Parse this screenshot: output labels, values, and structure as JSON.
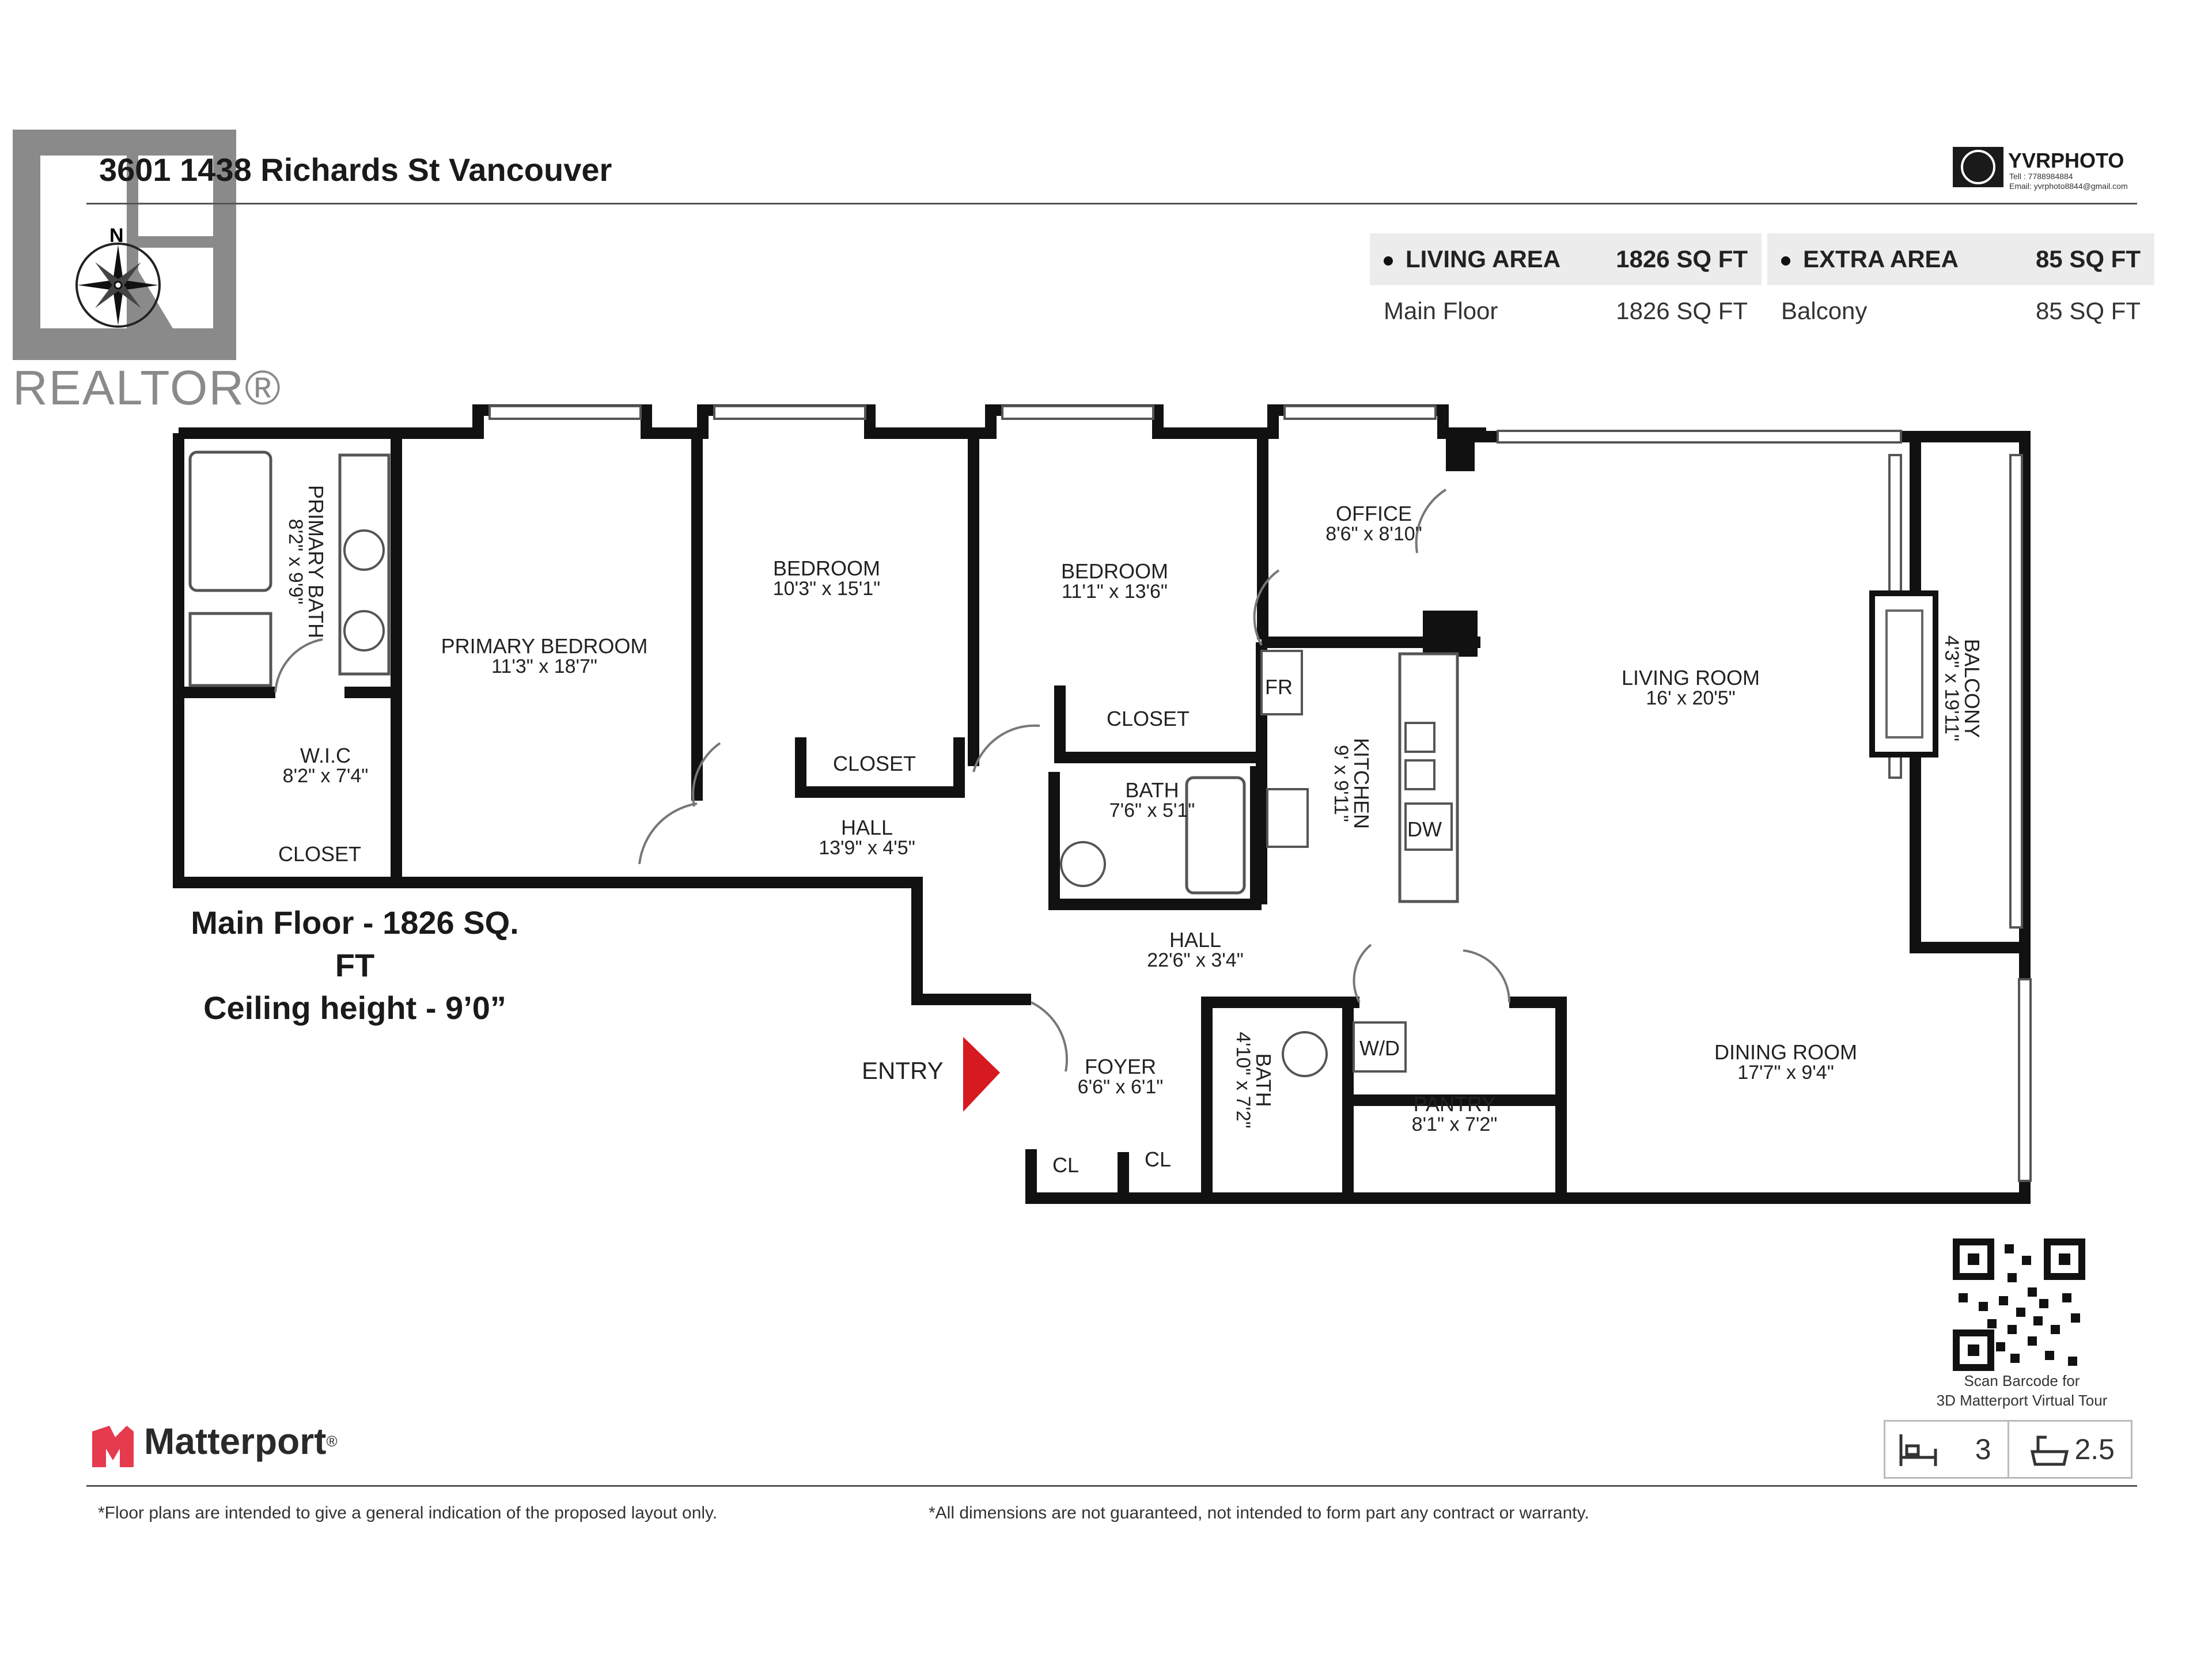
{
  "header": {
    "address": "3601 1438 Richards St Vancouver",
    "photographer": {
      "name": "YVRPHOTO",
      "tel": "Tell : 7788984884",
      "email": "Email: yvrphoto8844@gmail.com"
    },
    "watermark": "REALTOR®"
  },
  "areas": {
    "living": {
      "label": "LIVING AREA",
      "total": "1826 SQ FT",
      "row_label": "Main Floor",
      "row_value": "1826 SQ FT"
    },
    "extra": {
      "label": "EXTRA AREA",
      "total": "85 SQ FT",
      "row_label": "Balcony",
      "row_value": "85 SQ FT"
    }
  },
  "floor_summary": {
    "line1": "Main Floor - 1826 SQ. FT",
    "line2": "Ceiling height - 9’0”"
  },
  "rooms": [
    {
      "name": "PRIMARY BATH",
      "dims": "8'2\" x 9'9\"",
      "rotate": true
    },
    {
      "name": "PRIMARY BEDROOM",
      "dims": "11'3\" x 18'7\""
    },
    {
      "name": "BEDROOM",
      "dims": "10'3\" x 15'1\""
    },
    {
      "name": "BEDROOM",
      "dims": "11'1\" x 13'6\""
    },
    {
      "name": "OFFICE",
      "dims": "8'6\" x 8'10\""
    },
    {
      "name": "LIVING ROOM",
      "dims": "16' x 20'5\""
    },
    {
      "name": "BALCONY",
      "dims": "4'3\" x 19'11\"",
      "rotate": true
    },
    {
      "name": "W.I.C",
      "dims": "8'2\" x 7'4\""
    },
    {
      "name": "HALL",
      "dims": "13'9\" x 4'5\""
    },
    {
      "name": "BATH",
      "dims": "7'6\" x 5'1\""
    },
    {
      "name": "KITCHEN",
      "dims": "9' x 9'11\"",
      "rotate": true
    },
    {
      "name": "HALL",
      "dims": "22'6\" x 3'4\""
    },
    {
      "name": "FOYER",
      "dims": "6'6\" x 6'1\""
    },
    {
      "name": "BATH",
      "dims": "4'10\" x 7'2\"",
      "rotate": true
    },
    {
      "name": "PANTRY",
      "dims": "8'1\" x 7'2\""
    },
    {
      "name": "DINING ROOM",
      "dims": "17'7\" x 9'4\""
    }
  ],
  "fixture_labels": [
    "CLOSET",
    "CLOSET",
    "CLOSET",
    "FR",
    "DW",
    "W/D",
    "CL",
    "CL"
  ],
  "entry_label": "ENTRY",
  "compass": "N",
  "qr": {
    "caption1": "Scan Barcode for",
    "caption2": "3D Matterport Virtual Tour"
  },
  "counts": {
    "beds": "3",
    "baths": "2.5",
    "bed_icon": "bed-icon",
    "bath_icon": "bathtub-icon"
  },
  "brand": {
    "name": "Matterport",
    "mark": "®",
    "logo_color": "#e63a4e"
  },
  "disclaimers": {
    "left": "*Floor plans are intended to give a general indication of the proposed layout only.",
    "right": "*All dimensions are not guaranteed, not intended to form part any contract or warranty."
  },
  "colors": {
    "wall": "#111111",
    "entry_arrow": "#d71920",
    "watermark": "#8a8a8a"
  }
}
